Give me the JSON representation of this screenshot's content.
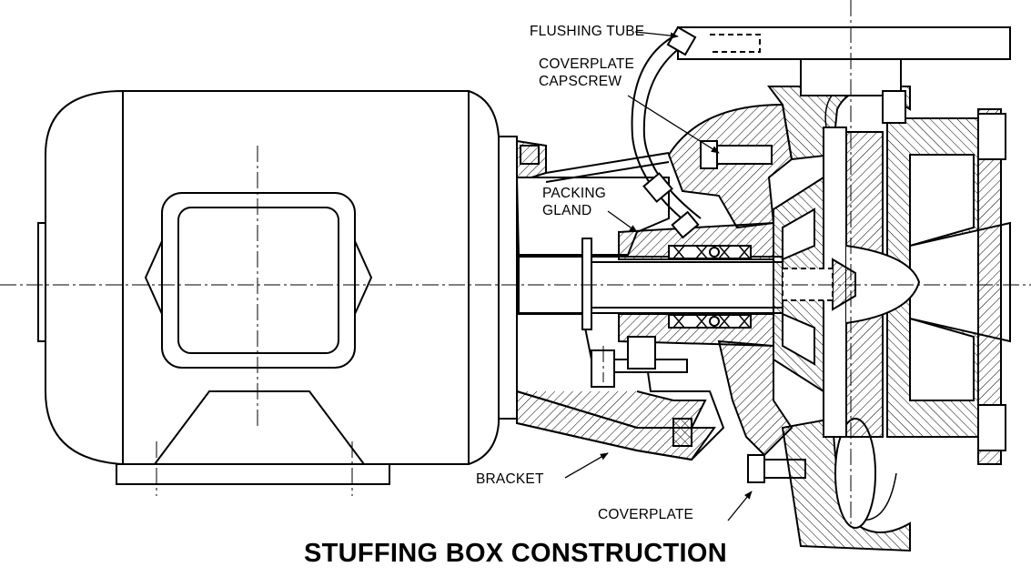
{
  "title": "STUFFING BOX CONSTRUCTION",
  "labels": {
    "flushing_tube": "FLUSHING TUBE",
    "coverplate_capscrew_line1": "COVERPLATE",
    "coverplate_capscrew_line2": "CAPSCREW",
    "packing_gland_line1": "PACKING",
    "packing_gland_line2": "GLAND",
    "bracket": "BRACKET",
    "coverplate": "COVERPLATE"
  },
  "colors": {
    "ink": "#000000",
    "paper": "#ffffff"
  }
}
